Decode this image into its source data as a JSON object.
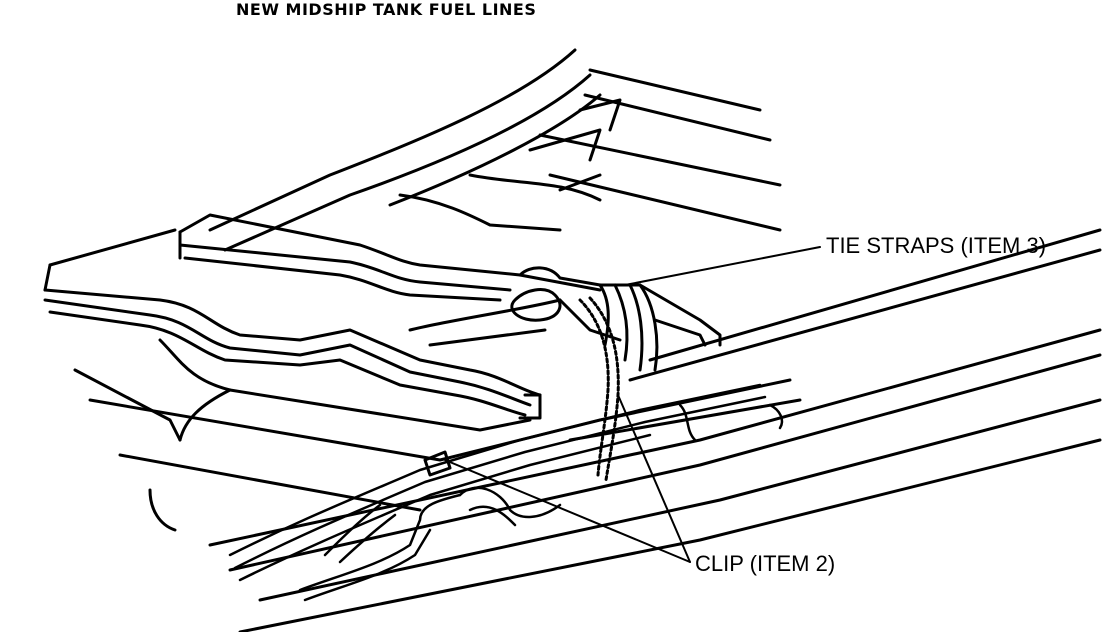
{
  "title": "NEW MIDSHIP TANK FUEL LINES",
  "callouts": {
    "tie_straps": "TIE STRAPS (ITEM 3)",
    "clip": "CLIP (ITEM 2)"
  },
  "colors": {
    "ink": "#000000",
    "paper": "#ffffff"
  }
}
